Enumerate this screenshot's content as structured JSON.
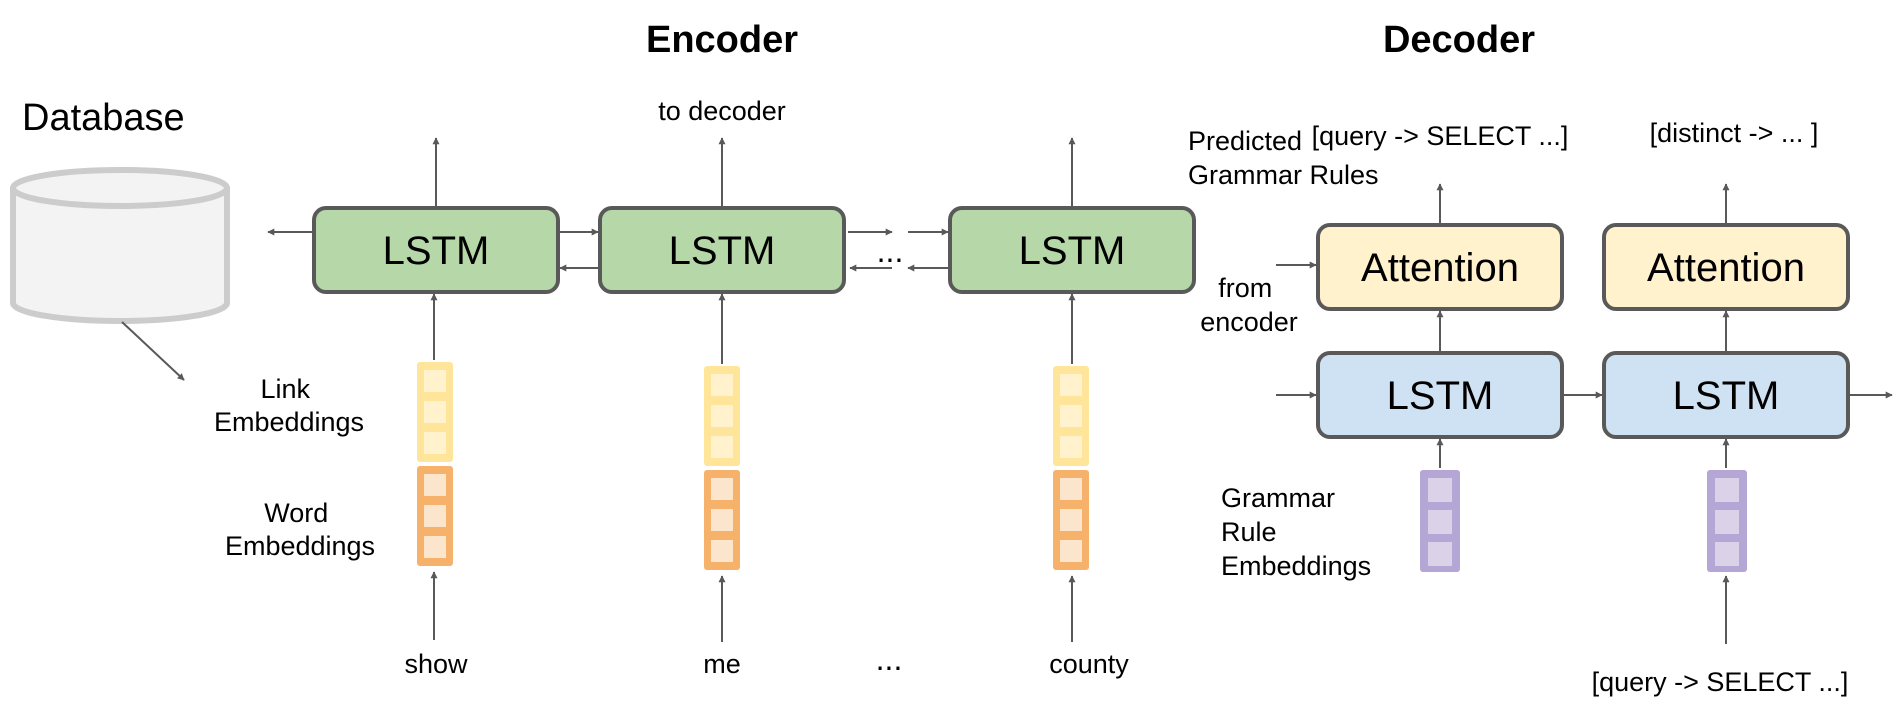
{
  "titles": {
    "encoder": "Encoder",
    "decoder": "Decoder"
  },
  "database_label": "Database",
  "encoder": {
    "cell_label": "LSTM",
    "to_decoder_label": "to decoder",
    "link_embeddings_label": [
      "Link",
      "Embeddings"
    ],
    "word_embeddings_label": [
      "Word",
      "Embeddings"
    ],
    "ellipsis": "...",
    "words": [
      "show",
      "me",
      "...",
      "county"
    ]
  },
  "decoder": {
    "attention_label": "Attention",
    "lstm_label": "LSTM",
    "predicted_label": [
      "Predicted",
      "Grammar Rules"
    ],
    "from_encoder_label": [
      "from",
      "encoder"
    ],
    "grammar_rule_embeddings_label": [
      "Grammar",
      "Rule",
      "Embeddings"
    ],
    "outputs": [
      "[query -> SELECT ...]",
      "[distinct -> ... ]"
    ],
    "input": "[query -> SELECT ...]"
  },
  "colors": {
    "encoder_lstm_fill": "#b6d7a8",
    "decoder_lstm_fill": "#cfe2f3",
    "attention_fill": "#fff2cc",
    "link_embedding": "#ffe599",
    "word_embedding": "#f6b26b",
    "grammar_embedding": "#b4a7d6",
    "database_fill": "#f3f3f3",
    "outline": "#595959"
  }
}
